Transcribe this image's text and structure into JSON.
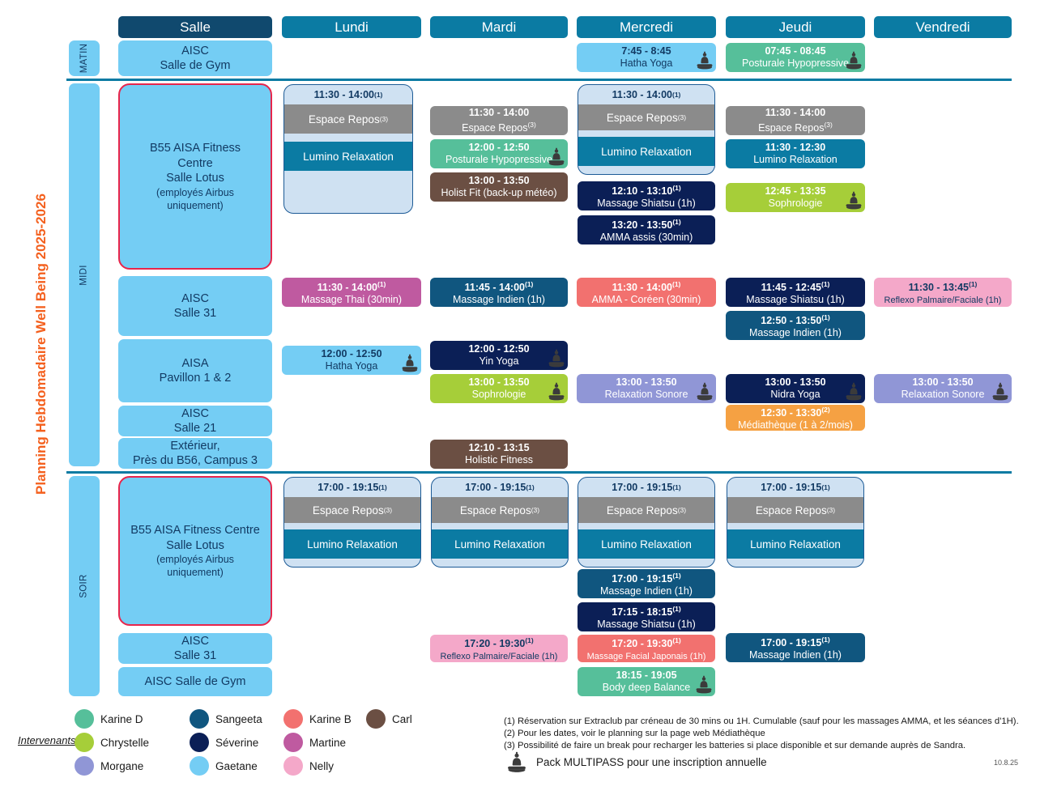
{
  "title": "Planning Hebdomadaire Well Being 2025-2026",
  "header": {
    "salle": "Salle",
    "days": [
      "Lundi",
      "Mardi",
      "Mercredi",
      "Jeudi",
      "Vendredi"
    ]
  },
  "periods": {
    "matin": "MATIN",
    "midi": "MIDI",
    "soir": "SOIR"
  },
  "rooms": {
    "gym": "AISC\nSalle de Gym",
    "gym_l1": "AISC",
    "gym_l2": "Salle de Gym",
    "lotus_midi_l1": "B55 AISA Fitness",
    "lotus_midi_l2": "Centre",
    "lotus_midi_l3": "Salle Lotus",
    "lotus_midi_l4": "(employés Airbus",
    "lotus_midi_l5": "uniquement)",
    "lotus_soir_l1": "B55 AISA Fitness Centre",
    "lotus_soir_l2": "Salle Lotus",
    "lotus_soir_l3": "(employés Airbus",
    "lotus_soir_l4": "uniquement)",
    "salle31_l1": "AISC",
    "salle31_l2": "Salle 31",
    "pavillon_l1": "AISA",
    "pavillon_l2": "Pavillon 1 & 2",
    "salle21_l1": "AISC",
    "salle21_l2": "Salle 21",
    "exterieur_l1": "Extérieur,",
    "exterieur_l2": "Près du B56, Campus 3",
    "gym_soir": "AISC Salle de Gym"
  },
  "bundles": {
    "midi_lundi": {
      "time": "11:30 - 14:00",
      "sup": "(1)",
      "band1": "Espace Repos",
      "band1sup": "(3)",
      "band2": "Lumino Relaxation"
    },
    "midi_mercredi": {
      "time": "11:30 - 14:00",
      "sup": "(1)",
      "band1": "Espace Repos",
      "band1sup": "(3)",
      "band2": "Lumino Relaxation"
    },
    "soir_lundi": {
      "time": "17:00 - 19:15",
      "sup": "(1)",
      "band1": "Espace Repos",
      "band1sup": "(3)",
      "band2": "Lumino Relaxation"
    },
    "soir_mardi": {
      "time": "17:00 - 19:15",
      "sup": "(1)",
      "band1": "Espace Repos",
      "band1sup": "(3)",
      "band2": "Lumino Relaxation"
    },
    "soir_mercredi": {
      "time": "17:00 - 19:15",
      "sup": "(1)",
      "band1": "Espace Repos",
      "band1sup": "(3)",
      "band2": "Lumino Relaxation"
    },
    "soir_jeudi": {
      "time": "17:00 - 19:15",
      "sup": "(1)",
      "band1": "Espace Repos",
      "band1sup": "(3)",
      "band2": "Lumino Relaxation"
    }
  },
  "activities": {
    "m_mer_hatha": {
      "time": "7:45 - 8:45",
      "sup": "",
      "name": "Hatha Yoga",
      "color": "#74cdf4",
      "dark": true,
      "icon": true
    },
    "m_jeu_post": {
      "time": "07:45 - 08:45",
      "sup": "",
      "name": "Posturale Hypopressive",
      "color": "#56bf9a",
      "dark": false,
      "icon": true
    },
    "mi_mar_espace": {
      "time": "11:30 - 14:00",
      "sup": "",
      "name": "Espace Repos",
      "namesup": "(3)",
      "color": "#8b8b8b",
      "dark": false,
      "icon": false
    },
    "mi_mar_post": {
      "time": "12:00 - 12:50",
      "sup": "",
      "name": "Posturale Hypopressive",
      "color": "#56bf9a",
      "dark": false,
      "icon": true
    },
    "mi_mar_holist": {
      "time": "13:00 - 13:50",
      "sup": "",
      "name": "Holist Fit (back-up météo)",
      "color": "#6b4f43",
      "dark": false,
      "icon": false
    },
    "mi_jeu_espace": {
      "time": "11:30 - 14:00",
      "sup": "",
      "name": "Espace Repos",
      "namesup": "(3)",
      "color": "#8b8b8b",
      "dark": false,
      "icon": false
    },
    "mi_jeu_lumino": {
      "time": "11:30 - 12:30",
      "sup": "",
      "name": "Lumino Relaxation",
      "color": "#0b7ba3",
      "dark": false,
      "icon": false
    },
    "mi_jeu_sophro": {
      "time": "12:45 - 13:35",
      "sup": "",
      "name": "Sophrologie",
      "color": "#a6ce39",
      "dark": false,
      "icon": true
    },
    "mi_mer_shiatsu": {
      "time": "12:10 - 13:10",
      "sup": "(1)",
      "name": "Massage Shiatsu (1h)",
      "color": "#0b1f56",
      "dark": false,
      "icon": false
    },
    "mi_mer_amma": {
      "time": "13:20 - 13:50",
      "sup": "(1)",
      "name": "AMMA assis (30min)",
      "color": "#0b1f56",
      "dark": false,
      "icon": false
    },
    "mi_lun_thai": {
      "time": "11:30 - 14:00",
      "sup": "(1)",
      "name": "Massage Thai (30min)",
      "color": "#bf5aa0",
      "dark": false,
      "icon": false
    },
    "mi_mar_indien": {
      "time": "11:45 - 14:00",
      "sup": "(1)",
      "name": "Massage Indien (1h)",
      "color": "#10567f",
      "dark": false,
      "icon": false
    },
    "mi_mer_coreen": {
      "time": "11:30 - 14:00",
      "sup": "(1)",
      "name": "AMMA -  Coréen (30min)",
      "color": "#f2716f",
      "dark": false,
      "icon": false
    },
    "mi_jeu_shiatsu": {
      "time": "11:45 - 12:45",
      "sup": "(1)",
      "name": "Massage Shiatsu (1h)",
      "color": "#0b1f56",
      "dark": false,
      "icon": false
    },
    "mi_jeu_indien": {
      "time": "12:50 - 13:50",
      "sup": "(1)",
      "name": "Massage Indien (1h)",
      "color": "#10567f",
      "dark": false,
      "icon": false
    },
    "mi_ven_reflexo": {
      "time": "11:30 - 13:45",
      "sup": "(1)",
      "name": "Reflexo Palmaire/Faciale (1h)",
      "color": "#f4a8c9",
      "dark": true,
      "icon": false,
      "small": true
    },
    "mi_lun_hatha": {
      "time": "12:00 - 12:50",
      "sup": "",
      "name": "Hatha Yoga",
      "color": "#74cdf4",
      "dark": true,
      "icon": true
    },
    "mi_mar_yin": {
      "time": "12:00 - 12:50",
      "sup": "",
      "name": "Yin Yoga",
      "color": "#0b1f56",
      "dark": false,
      "icon": true
    },
    "mi_mar_sophro": {
      "time": "13:00 - 13:50",
      "sup": "",
      "name": "Sophrologie",
      "color": "#a6ce39",
      "dark": false,
      "icon": true
    },
    "mi_mer_relax": {
      "time": "13:00 - 13:50",
      "sup": "",
      "name": "Relaxation Sonore",
      "color": "#9096d6",
      "dark": false,
      "icon": true
    },
    "mi_jeu_nidra": {
      "time": "13:00 - 13:50",
      "sup": "",
      "name": "Nidra Yoga",
      "color": "#0b1f56",
      "dark": false,
      "icon": true
    },
    "mi_ven_relax": {
      "time": "13:00 - 13:50",
      "sup": "",
      "name": "Relaxation Sonore",
      "color": "#9096d6",
      "dark": false,
      "icon": true
    },
    "mi_jeu_media": {
      "time": "12:30 - 13:30",
      "sup": "(2)",
      "name": "Médiathèque (1 à 2/mois)",
      "color": "#f5a143",
      "dark": false,
      "icon": false
    },
    "mi_mar_holfit": {
      "time": "12:10 - 13:15",
      "sup": "",
      "name": "Holistic Fitness",
      "color": "#6b4f43",
      "dark": false,
      "icon": false
    },
    "so_mer_indien": {
      "time": "17:00 - 19:15",
      "sup": "(1)",
      "name": "Massage Indien (1h)",
      "color": "#10567f",
      "dark": false,
      "icon": false
    },
    "so_mer_shiatsu": {
      "time": "17:15 - 18:15",
      "sup": "(1)",
      "name": "Massage Shiatsu (1h)",
      "color": "#0b1f56",
      "dark": false,
      "icon": false
    },
    "so_mar_reflexo": {
      "time": "17:20 - 19:30",
      "sup": "(1)",
      "name": "Reflexo Palmaire/Faciale (1h)",
      "color": "#f4a8c9",
      "dark": true,
      "icon": false,
      "small": true
    },
    "so_mer_facial": {
      "time": "17:20 - 19:30",
      "sup": "(1)",
      "name": "Massage Facial Japonais (1h)",
      "color": "#f2716f",
      "dark": false,
      "icon": false,
      "small": true
    },
    "so_mer_body": {
      "time": "18:15 - 19:05",
      "sup": "",
      "name": "Body deep Balance",
      "color": "#56bf9a",
      "dark": false,
      "icon": true
    },
    "so_jeu_indien": {
      "time": "17:00 - 19:15",
      "sup": "(1)",
      "name": "Massage Indien (1h)",
      "color": "#10567f",
      "dark": false,
      "icon": false
    }
  },
  "legend": {
    "label": "Intervenants :",
    "items": [
      {
        "name": "Karine D",
        "color": "#56bf9a"
      },
      {
        "name": "Sangeeta",
        "color": "#10567f"
      },
      {
        "name": "Karine B",
        "color": "#f2716f"
      },
      {
        "name": "Carl",
        "color": "#6b4f43"
      },
      {
        "name": "Chrystelle",
        "color": "#a6ce39"
      },
      {
        "name": "Séverine",
        "color": "#0b1f56"
      },
      {
        "name": "Martine",
        "color": "#bf5aa0"
      },
      {
        "name": "Morgane",
        "color": "#9096d6"
      },
      {
        "name": "Gaetane",
        "color": "#74cdf4"
      },
      {
        "name": "Nelly",
        "color": "#f4a8c9"
      }
    ]
  },
  "footnotes": {
    "n1": "(1) Réservation sur Extraclub par créneau de 30 mins ou 1H. Cumulable (sauf pour les massages AMMA, et les séances d'1H).",
    "n2": "(2) Pour les dates, voir le planning sur la page web Médiathèque",
    "n3": "(3) Possibilité de faire un break pour recharger les batteries si place disponible et sur demande auprès de Sandra.",
    "multipass": "Pack MULTIPASS pour une inscription annuelle",
    "datestamp": "10.8.25"
  }
}
